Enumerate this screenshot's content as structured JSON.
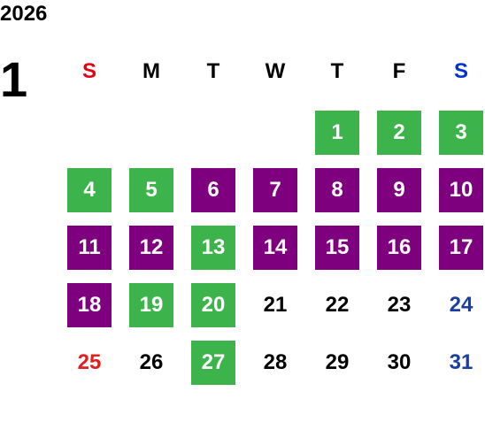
{
  "year": "2026",
  "month": "1",
  "weekdays": [
    "S",
    "M",
    "T",
    "W",
    "T",
    "F",
    "S"
  ],
  "weekday_colors": [
    "#e60012",
    "#000000",
    "#000000",
    "#000000",
    "#000000",
    "#000000",
    "#0033cc"
  ],
  "colors": {
    "green": "#3cb44b",
    "purple": "#7f007f",
    "sunday_text": "#e21e1e",
    "saturday_text": "#1a3fa0"
  },
  "days": [
    {
      "label": "1",
      "style": "green"
    },
    {
      "label": "2",
      "style": "green"
    },
    {
      "label": "3",
      "style": "green"
    },
    {
      "label": "4",
      "style": "green"
    },
    {
      "label": "5",
      "style": "green"
    },
    {
      "label": "6",
      "style": "purple"
    },
    {
      "label": "7",
      "style": "purple"
    },
    {
      "label": "8",
      "style": "purple"
    },
    {
      "label": "9",
      "style": "purple"
    },
    {
      "label": "10",
      "style": "purple"
    },
    {
      "label": "11",
      "style": "purple"
    },
    {
      "label": "12",
      "style": "purple"
    },
    {
      "label": "13",
      "style": "green"
    },
    {
      "label": "14",
      "style": "purple"
    },
    {
      "label": "15",
      "style": "purple"
    },
    {
      "label": "16",
      "style": "purple"
    },
    {
      "label": "17",
      "style": "purple"
    },
    {
      "label": "18",
      "style": "purple"
    },
    {
      "label": "19",
      "style": "green"
    },
    {
      "label": "20",
      "style": "green"
    },
    {
      "label": "21",
      "style": "plain"
    },
    {
      "label": "22",
      "style": "plain"
    },
    {
      "label": "23",
      "style": "plain"
    },
    {
      "label": "24",
      "style": "sat"
    },
    {
      "label": "25",
      "style": "sun"
    },
    {
      "label": "26",
      "style": "plain"
    },
    {
      "label": "27",
      "style": "green"
    },
    {
      "label": "28",
      "style": "plain"
    },
    {
      "label": "29",
      "style": "plain"
    },
    {
      "label": "30",
      "style": "plain"
    },
    {
      "label": "31",
      "style": "sat"
    }
  ]
}
